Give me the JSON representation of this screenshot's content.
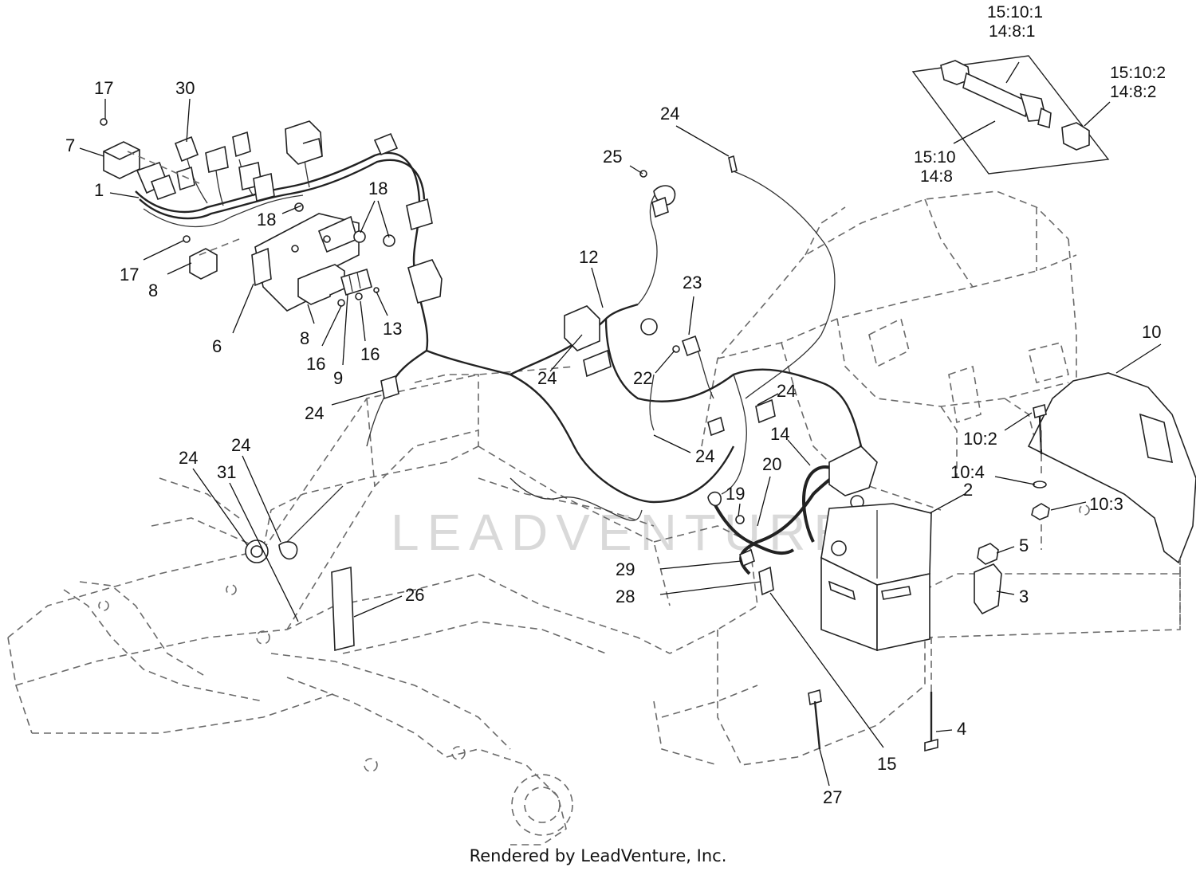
{
  "callouts": {
    "c1": "1",
    "c2": "2",
    "c3": "3",
    "c4": "4",
    "c5": "5",
    "c6": "6",
    "c7": "7",
    "c8a": "8",
    "c8b": "8",
    "c9": "9",
    "c10": "10",
    "c10_2": "10:2",
    "c10_3": "10:3",
    "c10_4": "10:4",
    "c12": "12",
    "c13": "13",
    "c14": "14",
    "c15": "15",
    "c16a": "16",
    "c16b": "16",
    "c17a": "17",
    "c17b": "17",
    "c18a": "18",
    "c18b": "18",
    "c19": "19",
    "c20": "20",
    "c22": "22",
    "c23": "23",
    "c24a": "24",
    "c24b": "24",
    "c24c": "24",
    "c24d": "24",
    "c24e": "24",
    "c24f": "24",
    "c24g": "24",
    "c25": "25",
    "c26": "26",
    "c27": "27",
    "c28": "28",
    "c29": "29",
    "c30": "30",
    "c31": "31"
  },
  "inset": {
    "top_line1": "15:10:1",
    "top_line2": "14:8:1",
    "right_line1": "15:10:2",
    "right_line2": "14:8:2",
    "bottom_line1": "15:10",
    "bottom_line2": "14:8"
  },
  "watermark": "LEADVENTURE",
  "footer": "Rendered by LeadVenture, Inc."
}
